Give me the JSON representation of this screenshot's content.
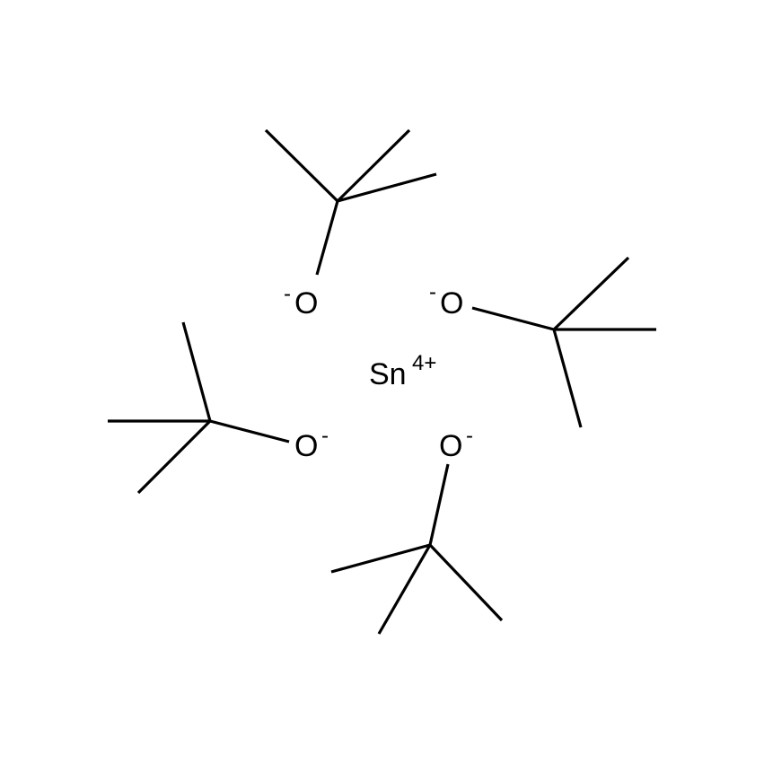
{
  "structure": {
    "colors": {
      "bond": "#000000",
      "text": "#000000",
      "background": "#ffffff"
    },
    "center_atom": {
      "symbol": "Sn",
      "charge": "4+"
    },
    "ligands": [
      {
        "name": "tert-butoxide",
        "oxygen": "O",
        "charge": "-"
      },
      {
        "name": "tert-butoxide",
        "oxygen": "O",
        "charge": "-"
      },
      {
        "name": "tert-butoxide",
        "oxygen": "O",
        "charge": "-"
      },
      {
        "name": "tert-butoxide",
        "oxygen": "O",
        "charge": "-"
      }
    ]
  }
}
